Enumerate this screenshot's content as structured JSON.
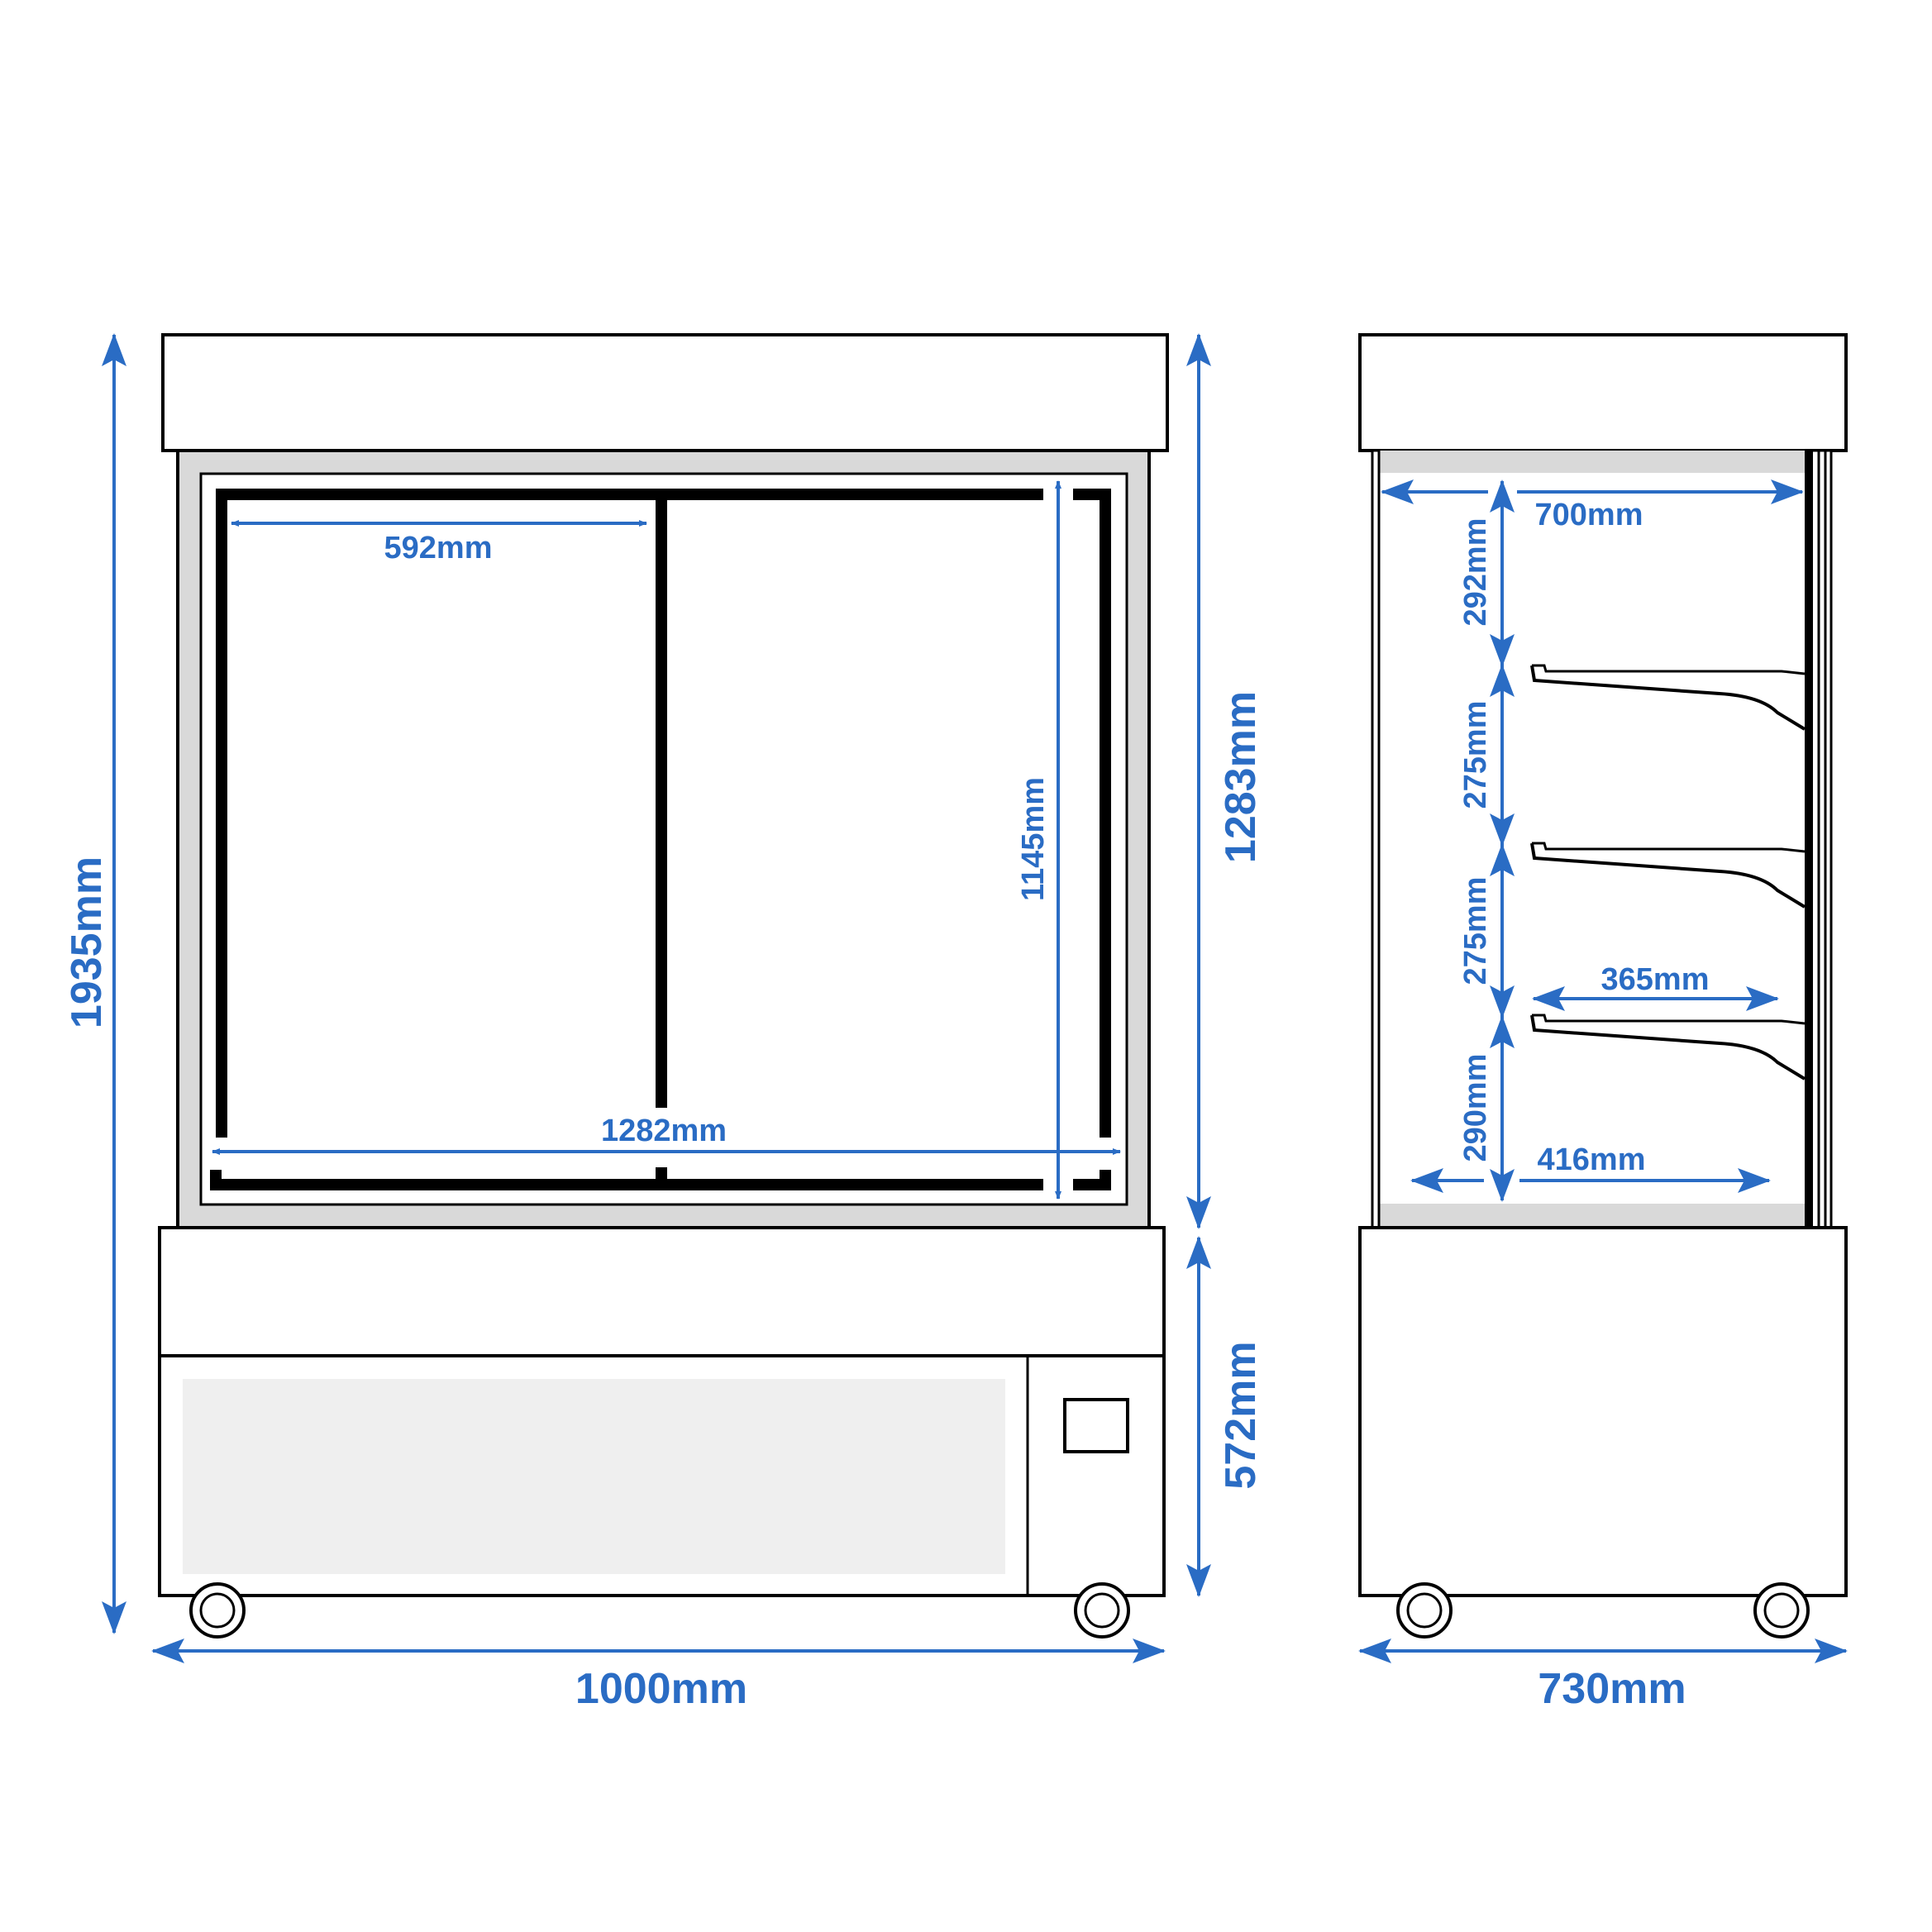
{
  "diagram": {
    "front_view": {
      "total_height": "1935mm",
      "display_height": "1283mm",
      "base_height": "572mm",
      "width": "1000mm",
      "inner_height": "1145mm",
      "inner_width": "1282mm",
      "door_width": "592mm"
    },
    "side_view": {
      "depth": "730mm",
      "inner_depth": "700mm",
      "shelf_depth": "365mm",
      "bottom_depth": "416mm",
      "spacing_1": "292mm",
      "spacing_2": "275mm",
      "spacing_3": "275mm",
      "spacing_4": "290mm"
    },
    "colors": {
      "dimension": "#2a6cc4",
      "outline": "#000000",
      "frame_fill": "#d9d9d9",
      "panel_fill": "#efefef"
    }
  }
}
